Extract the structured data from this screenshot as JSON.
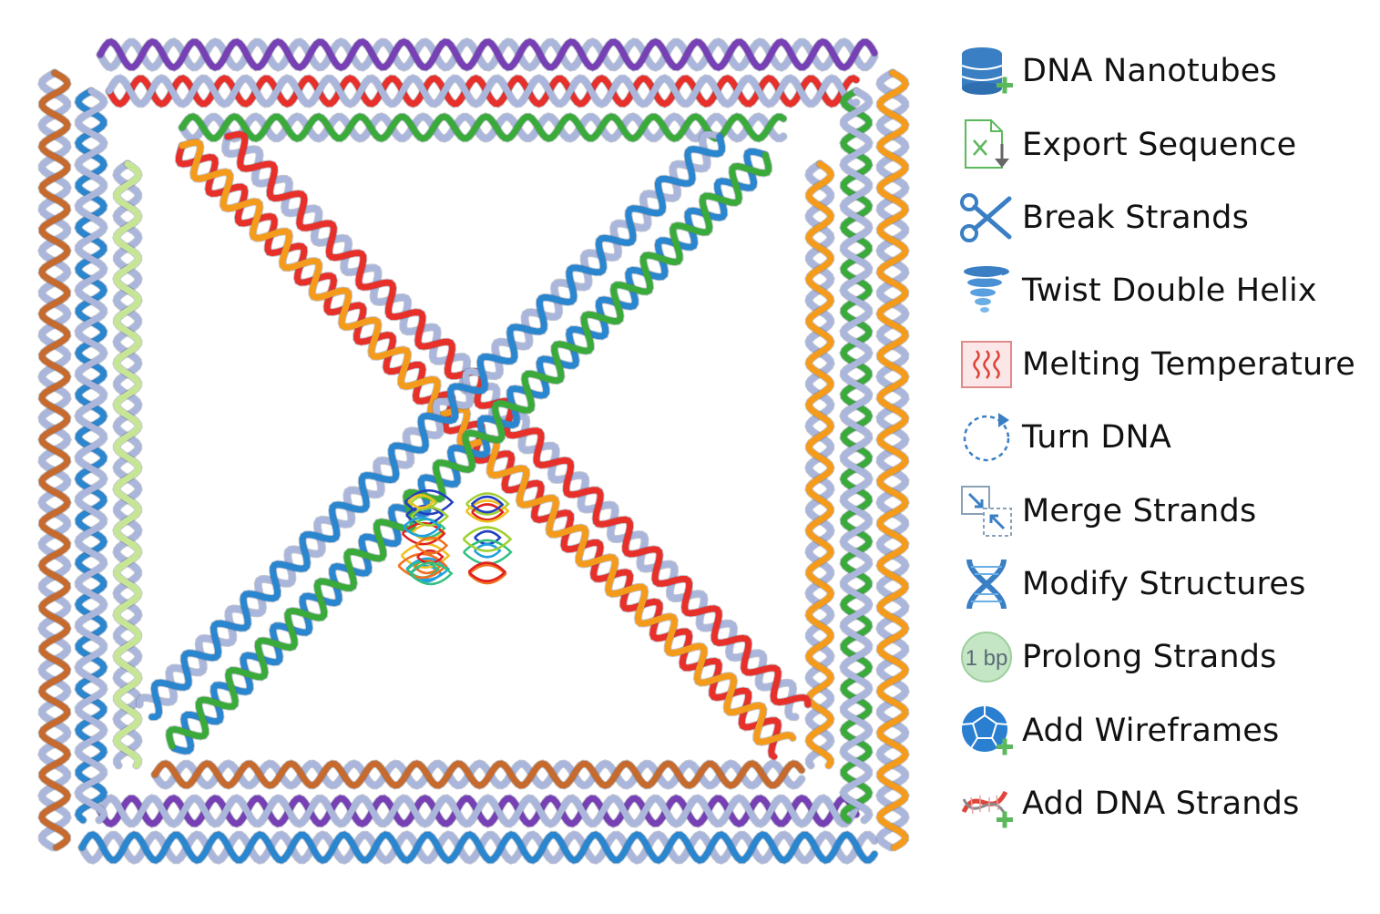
{
  "tools": [
    {
      "label": "DNA Nanotubes",
      "icon": "database-add-icon"
    },
    {
      "label": "Export Sequence",
      "icon": "export-sheet-icon"
    },
    {
      "label": "Break Strands",
      "icon": "scissors-icon"
    },
    {
      "label": "Twist Double Helix",
      "icon": "tornado-icon"
    },
    {
      "label": "Melting Temperature",
      "icon": "heat-waves-icon"
    },
    {
      "label": "Turn DNA",
      "icon": "rotate-circle-icon"
    },
    {
      "label": "Merge Strands",
      "icon": "merge-arrows-icon"
    },
    {
      "label": "Modify Structures",
      "icon": "double-helix-icon"
    },
    {
      "label": "Prolong Strands",
      "icon": "base-pair-badge-icon",
      "badge_text": "1 bp"
    },
    {
      "label": "Add Wireframes",
      "icon": "polyhedron-add-icon"
    },
    {
      "label": "Add DNA Strands",
      "icon": "dna-strand-add-icon"
    }
  ],
  "colors": {
    "scaffold": "#aab6dc",
    "red": "#e8302a",
    "orange": "#f59b1b",
    "green": "#3aab3a",
    "blue": "#2a86cf",
    "purple": "#7740b5",
    "brown": "#c66a2e",
    "lightgreen": "#c6e696",
    "icon_blue": "#3a7fc4",
    "icon_green": "#5cb85c"
  }
}
